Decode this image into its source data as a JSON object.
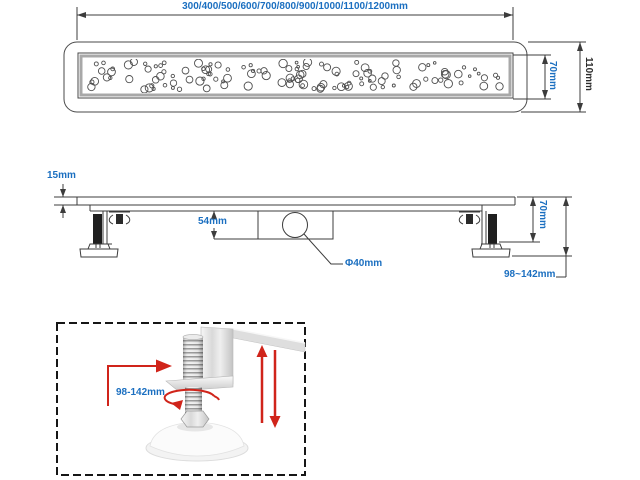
{
  "colors": {
    "dimension_blue": "#1b6fc0",
    "line_dark": "#3c3c3c",
    "arrow_red": "#d0241a",
    "frame_gray": "#a8a8a8"
  },
  "top_view": {
    "length_label": "300/400/500/600/700/800/900/1000/1100/1200mm",
    "grate_width_label": "70mm",
    "flange_width_label": "110mm",
    "pattern": "bubbles"
  },
  "side_view": {
    "edge_height_label": "15mm",
    "trap_depth_label": "54mm",
    "outlet_diameter_label": "Φ40mm",
    "body_height_label": "70mm",
    "install_height_label": "98~142mm"
  },
  "inset": {
    "adjust_range_label": "98-142mm"
  }
}
